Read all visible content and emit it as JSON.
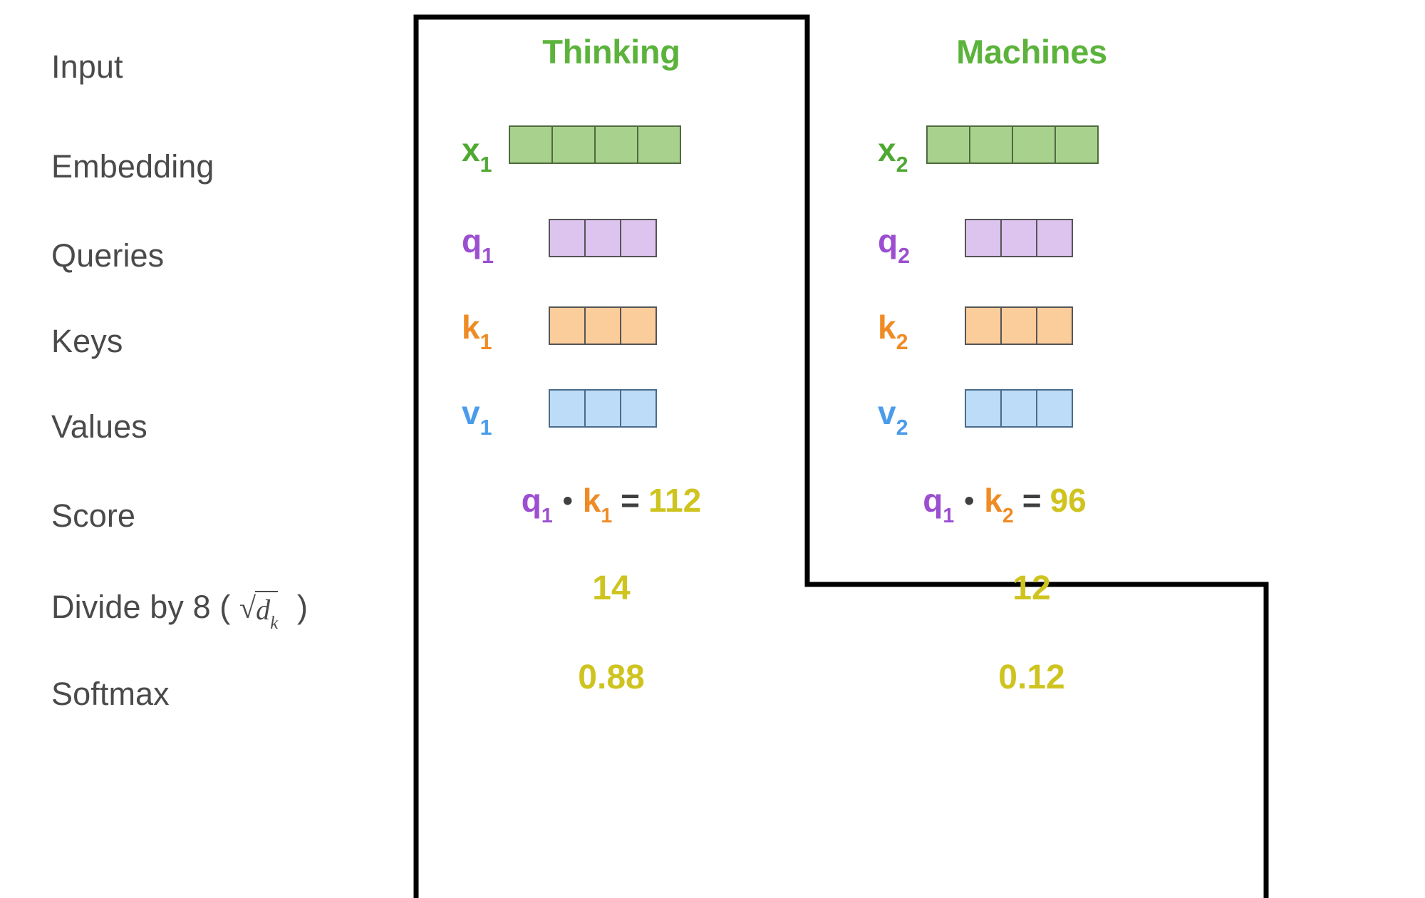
{
  "diagram": {
    "title": "Self-Attention score computation",
    "colors": {
      "word_header": "#5cb33c",
      "embedding_fill": "#a9d18e",
      "embedding_border": "#4f6b3e",
      "embedding_label": "#4fa832",
      "query_fill": "#ddc4ef",
      "query_border": "#555555",
      "query_label": "#9b4fd0",
      "key_fill": "#fbcd9b",
      "key_border": "#555555",
      "key_label": "#ef8b24",
      "value_fill": "#bddcf7",
      "value_border": "#4a6c8a",
      "value_label": "#4a9ceb",
      "number": "#cfc41f",
      "row_label": "#4a4a4a",
      "outline": "#000000"
    },
    "row_labels": [
      {
        "id": "input",
        "text": "Input"
      },
      {
        "id": "embedding",
        "text": "Embedding"
      },
      {
        "id": "queries",
        "text": "Queries"
      },
      {
        "id": "keys",
        "text": "Keys"
      },
      {
        "id": "values",
        "text": "Values"
      },
      {
        "id": "score",
        "text": "Score"
      },
      {
        "id": "divide",
        "text": "Divide by 8 (",
        "math": "d",
        "math_sub": "k",
        "text_after": ")"
      },
      {
        "id": "softmax",
        "text": "Softmax"
      }
    ],
    "columns": [
      {
        "id": "thinking",
        "word": "Thinking",
        "embedding": {
          "label": "x",
          "sub": "1",
          "cells": 4
        },
        "query": {
          "label": "q",
          "sub": "1",
          "cells": 3
        },
        "key": {
          "label": "k",
          "sub": "1",
          "cells": 3
        },
        "value": {
          "label": "v",
          "sub": "1",
          "cells": 3
        },
        "score": {
          "q_label": "q",
          "q_sub": "1",
          "dot": "•",
          "k_label": "k",
          "k_sub": "1",
          "equals": "=",
          "result": "112"
        },
        "divided": "14",
        "softmax": "0.88"
      },
      {
        "id": "machines",
        "word": "Machines",
        "embedding": {
          "label": "x",
          "sub": "2",
          "cells": 4
        },
        "query": {
          "label": "q",
          "sub": "2",
          "cells": 3
        },
        "key": {
          "label": "k",
          "sub": "2",
          "cells": 3
        },
        "value": {
          "label": "v",
          "sub": "2",
          "cells": 3
        },
        "score": {
          "q_label": "q",
          "q_sub": "1",
          "dot": "•",
          "k_label": "k",
          "k_sub": "2",
          "equals": "=",
          "result": "96"
        },
        "divided": "12",
        "softmax": "0.12"
      }
    ]
  },
  "chart_data": {
    "type": "table",
    "title": "Self-Attention score computation for \"Thinking Machines\"",
    "categories": [
      "Thinking",
      "Machines"
    ],
    "series": [
      {
        "name": "Score (q1 · k)",
        "values": [
          112,
          96
        ]
      },
      {
        "name": "Divide by 8 (√dk)",
        "values": [
          14,
          12
        ]
      },
      {
        "name": "Softmax",
        "values": [
          0.88,
          0.12
        ]
      }
    ],
    "row_names": [
      "Input",
      "Embedding",
      "Queries",
      "Keys",
      "Values",
      "Score",
      "Divide by 8 ( √dk )",
      "Softmax"
    ],
    "vector_dims": {
      "embedding": 4,
      "query": 3,
      "key": 3,
      "value": 3
    }
  }
}
